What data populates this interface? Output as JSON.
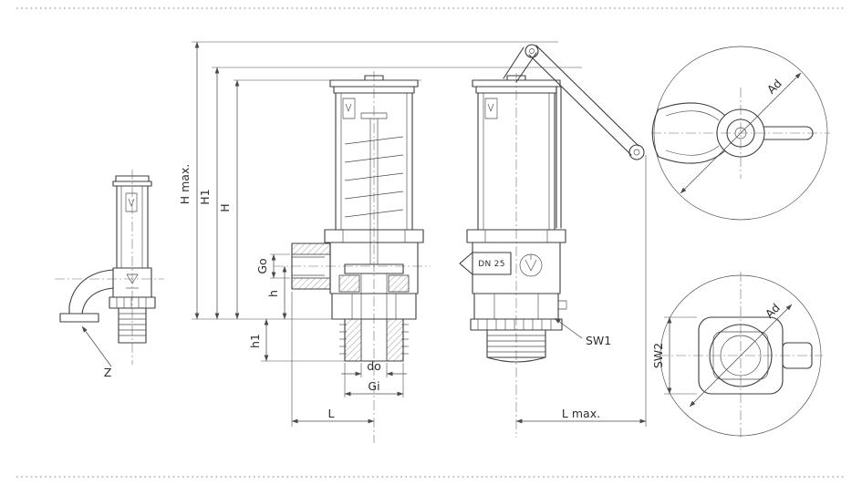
{
  "colors": {
    "background": "#ffffff",
    "line": "#3d3d3d",
    "dimension": "#4a4a4a",
    "frame_dots": "#9a9a9a"
  },
  "labels": {
    "side": {
      "z": "Z"
    },
    "section": {
      "H_max": "H max.",
      "H1": "H1",
      "H": "H",
      "Go": "Go",
      "h": "h",
      "h1": "h1",
      "do": "do",
      "Gi": "Gi",
      "L": "L"
    },
    "lever": {
      "DN": "DN 25",
      "SW1": "SW1",
      "L_max": "L max."
    },
    "detail_top": {
      "Ad": "Ad"
    },
    "detail_bottom": {
      "SW2": "SW2",
      "Ad": "Ad"
    }
  }
}
